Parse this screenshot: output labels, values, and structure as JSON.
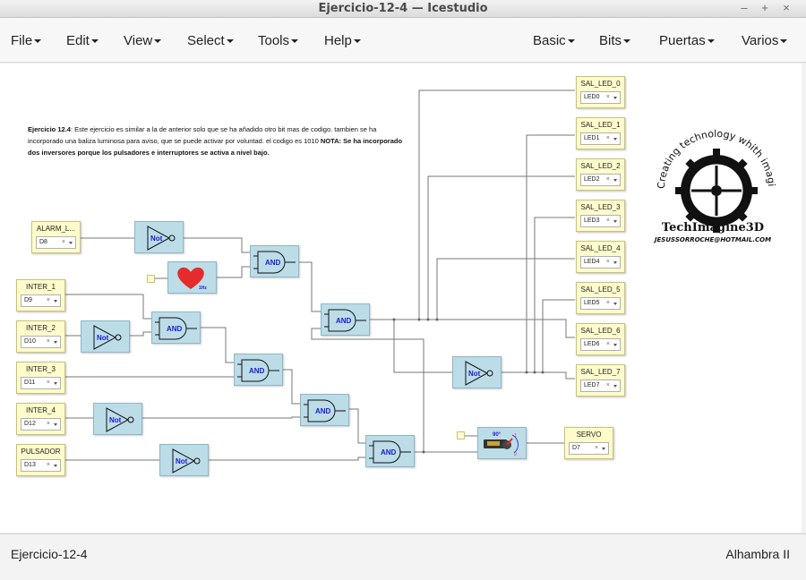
{
  "window": {
    "title": "Ejercicio-12-4 — Icestudio",
    "minimize": "–",
    "maximize": "+",
    "close": "×"
  },
  "menu": {
    "left": [
      "File",
      "Edit",
      "View",
      "Select",
      "Tools",
      "Help"
    ],
    "right": [
      "Basic",
      "Bits",
      "Puertas",
      "Varios"
    ]
  },
  "description": {
    "bold_title": "Ejercicio 12.4",
    "text": ": Este ejercicio es similar a la de anterior solo que se ha añadido otro bit mas de codigo. tambien se ha incorporado una baliza luminosa para aviso, que se puede activar por voluntad. el codigo es 1010 ",
    "note_label": "NOTA:",
    "note_text": " Se ha incorporado dos inversores porque los pulsadores e interruptores se activa a nivel bajo."
  },
  "inputs": [
    {
      "label": "ALARM_L...",
      "pin": "D8"
    },
    {
      "label": "INTER_1",
      "pin": "D9"
    },
    {
      "label": "INTER_2",
      "pin": "D10"
    },
    {
      "label": "INTER_3",
      "pin": "D11"
    },
    {
      "label": "INTER_4",
      "pin": "D12"
    },
    {
      "label": "PULSADOR",
      "pin": "D13"
    }
  ],
  "outputs": [
    {
      "label": "SAL_LED_0",
      "pin": "LED0"
    },
    {
      "label": "SAL_LED_1",
      "pin": "LED1"
    },
    {
      "label": "SAL_LED_2",
      "pin": "LED2"
    },
    {
      "label": "SAL_LED_3",
      "pin": "LED3"
    },
    {
      "label": "SAL_LED_4",
      "pin": "LED4"
    },
    {
      "label": "SAL_LED_5",
      "pin": "LED5"
    },
    {
      "label": "SAL_LED_6",
      "pin": "LED6"
    },
    {
      "label": "SAL_LED_7",
      "pin": "LED7"
    },
    {
      "label": "SERVO",
      "pin": "D7"
    }
  ],
  "gates": {
    "not": "Not",
    "and": "AND"
  },
  "heart_label": "1Hz",
  "servo": {
    "angle": "90°",
    "scale_top": "1",
    "scale_bottom": "0"
  },
  "logo": {
    "arc_text": "Creating technology whith imagination",
    "brand": "TechImagine3D",
    "email": "JESUSSORROCHE@HOTMAIL.COM"
  },
  "status": {
    "project": "Ejercicio-12-4",
    "board": "Alhambra II"
  },
  "pin_clear": "×",
  "colors": {
    "gate_fill": "#bcdce8",
    "io_fill": "#fffccc",
    "wire": "#777777",
    "heart": "#e52b2b",
    "gate_text": "#1a1ad6"
  }
}
